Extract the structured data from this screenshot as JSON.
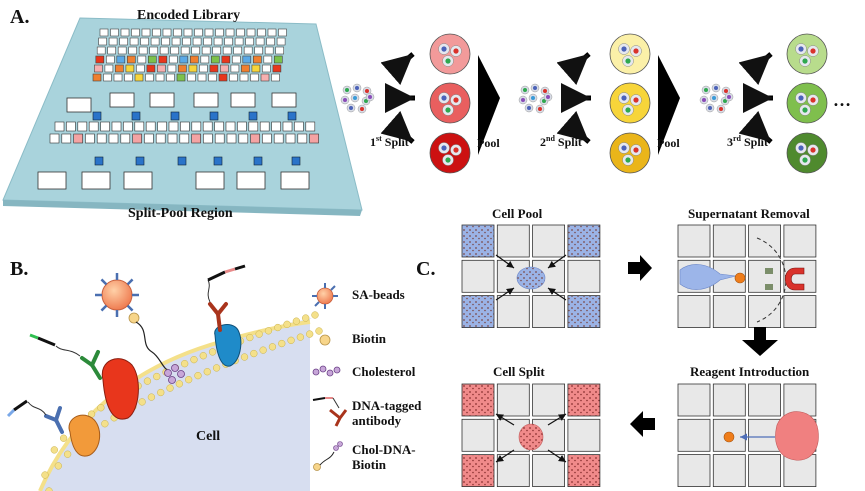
{
  "panels": {
    "a": "A.",
    "b": "B.",
    "c": "C."
  },
  "panel_a": {
    "library_title": "Encoded Library",
    "region_title": "Split-Pool Region",
    "split_1": {
      "num": "1",
      "sup": "st",
      "word": " Split"
    },
    "split_2": {
      "num": "2",
      "sup": "nd",
      "word": " Split"
    },
    "split_3": {
      "num": "3",
      "sup": "rd",
      "word": " Split"
    },
    "pool_1": "Pool",
    "pool_2": "Pool",
    "ellipsis": "…"
  },
  "panel_b": {
    "cell_label": "Cell",
    "legend": [
      {
        "label": "SA-beads",
        "icon": "sa-bead-icon"
      },
      {
        "label": "Biotin",
        "icon": "biotin-icon"
      },
      {
        "label": "Cholesterol",
        "icon": "cholesterol-icon"
      },
      {
        "label": "DNA-tagged\nantibody",
        "icon": "dna-tagged-antibody-icon"
      },
      {
        "label": "Chol-DNA-\nBiotin",
        "icon": "chol-dna-biotin-icon"
      }
    ]
  },
  "panel_c": {
    "cell_pool": "Cell Pool",
    "supernatant_removal": "Supernatant Removal",
    "reagent_introduction": "Reagent Introduction",
    "cell_split": "Cell Split"
  },
  "colors": {
    "platform": "#a9d3dc",
    "split1_wells": [
      "#f29a9a",
      "#e95f5f",
      "#cc1111"
    ],
    "split2_wells": [
      "#fbf0a8",
      "#f7d53a",
      "#eab51a"
    ],
    "split3_wells": [
      "#b8dc8c",
      "#7fbf4d",
      "#4f8a2e"
    ],
    "pool_chamber": "#9bb3e6",
    "split_chamber": "#f08a8a",
    "bead": "#ef7d1a",
    "cell_blob_blue": "#9cb5e9",
    "cell_blob_red": "#f08080"
  }
}
